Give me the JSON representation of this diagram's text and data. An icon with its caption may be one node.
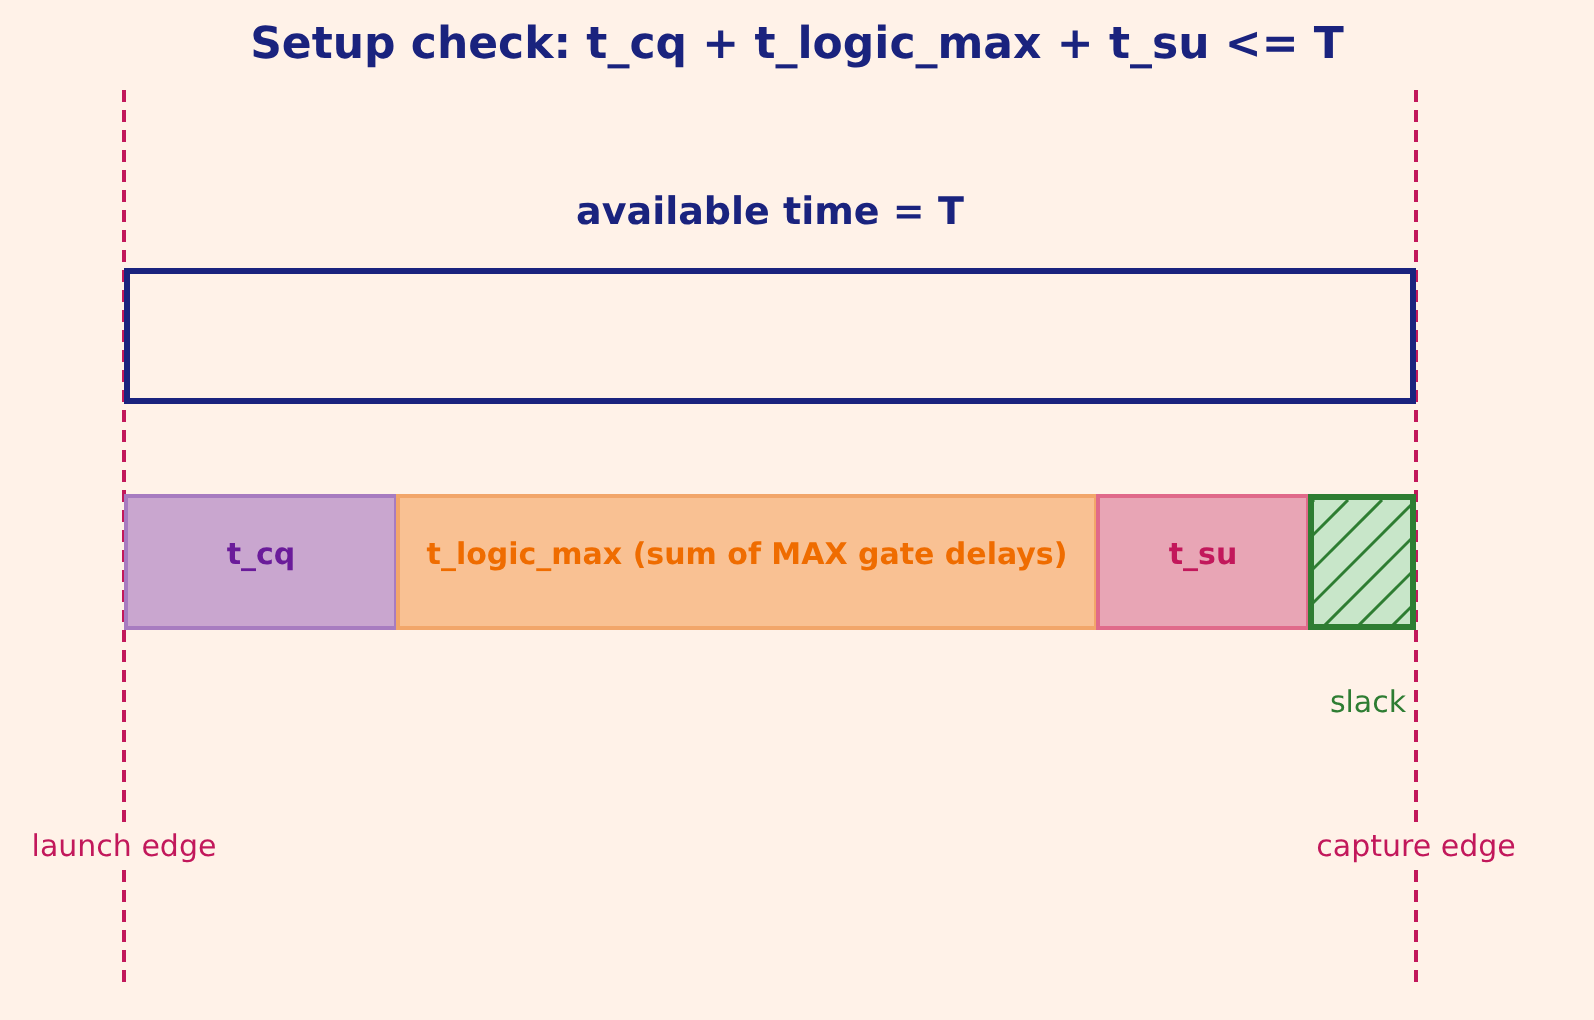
{
  "diagram": {
    "title": "Setup check: t_cq + t_logic_max + t_su <= T",
    "nodes": [
      {
        "text": [
          "available time = T"
        ]
      },
      {
        "text": [
          "t_cq"
        ]
      },
      {
        "text": [
          "t_logic_max (sum of MAX gate delays)"
        ]
      },
      {
        "text": [
          "t_su"
        ]
      },
      {
        "text": [],
        "shape": "box",
        "beside": [
          "slack"
        ]
      }
    ],
    "labels": [
      "launch edge",
      "capture edge"
    ]
  }
}
